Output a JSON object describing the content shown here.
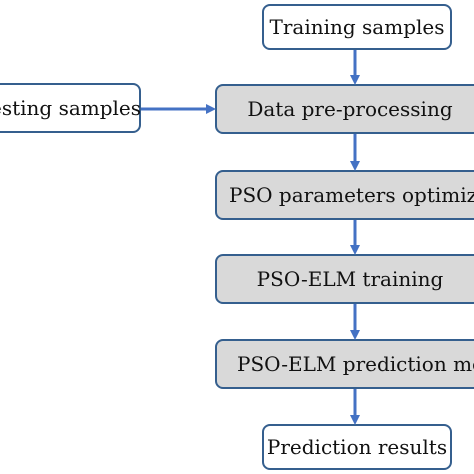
{
  "diagram": {
    "nodes": {
      "training_samples": "Training samples",
      "testing_samples": "esting samples",
      "data_preprocessing": "Data pre-processing",
      "pso_optimization": "PSO parameters optimizatio",
      "pso_elm_training": "PSO-ELM training",
      "pso_elm_prediction": "PSO-ELM prediction mode",
      "prediction_results": "Prediction results"
    },
    "colors": {
      "border": "#355f8e",
      "arrow": "#4472c4",
      "process_fill": "#d9d9d9",
      "terminal_fill": "#ffffff"
    }
  }
}
